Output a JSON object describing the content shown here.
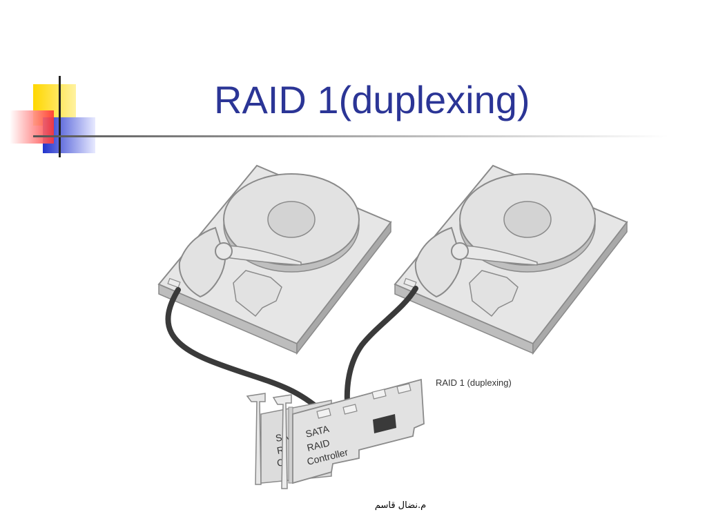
{
  "slide": {
    "title": "RAID 1(duplexing)",
    "caption": "RAID 1 (duplexing)",
    "footer": "م.نضال قاسم"
  },
  "controller_card": {
    "front_lines": [
      "SATA",
      "RAID",
      "Controller"
    ],
    "back_lines": [
      "SA",
      "R",
      "C"
    ]
  },
  "colors": {
    "title": "#2b3596",
    "disk_fill": "#d6d6d6",
    "disk_stroke": "#8a8a8a",
    "cable": "#3a3a3a",
    "accent_yellow": "#ffd700",
    "accent_red": "#ff4444",
    "accent_blue": "#2233cc"
  }
}
